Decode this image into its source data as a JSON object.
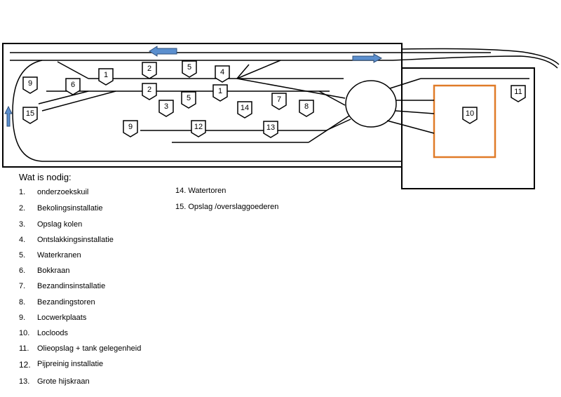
{
  "legend": {
    "title": "Wat is nodig:",
    "items": [
      {
        "num": "1.",
        "text": "onderzoekskuil"
      },
      {
        "num": "2.",
        "text": "Bekolingsinstallatie"
      },
      {
        "num": "3.",
        "text": "Opslag kolen"
      },
      {
        "num": "4.",
        "text": "Ontslakkingsinstallatie"
      },
      {
        "num": "5.",
        "text": "Waterkranen"
      },
      {
        "num": "6.",
        "text": "Bokkraan"
      },
      {
        "num": "7.",
        "text": "Bezandinsinstallatie"
      },
      {
        "num": "8.",
        "text": "Bezandingstoren"
      },
      {
        "num": "9.",
        "text": "Locwerkplaats"
      },
      {
        "num": "10.",
        "text": "Locloods"
      },
      {
        "num": "11.",
        "text": "Olieopslag + tank gelegenheid"
      },
      {
        "num": "12.",
        "text": "Pijpreinig installatie"
      },
      {
        "num": "13.",
        "text": "Grote hijskraan"
      }
    ],
    "extra_items": [
      {
        "text": "14. Watertoren"
      },
      {
        "text": "15. Opslag /overslaggoederen"
      }
    ]
  },
  "markers": {
    "m1a": "1",
    "m1b": "1",
    "m2a": "2",
    "m2b": "2",
    "m3": "3",
    "m4": "4",
    "m5a": "5",
    "m5b": "5",
    "m6": "6",
    "m7": "7",
    "m8": "8",
    "m9a": "9",
    "m9b": "9",
    "m10": "10",
    "m11": "11",
    "m12": "12",
    "m13": "13",
    "m14": "14",
    "m15": "15"
  },
  "colors": {
    "arrow": "#5b8fce",
    "locloods_outline": "#e07b28",
    "line": "#000000"
  }
}
